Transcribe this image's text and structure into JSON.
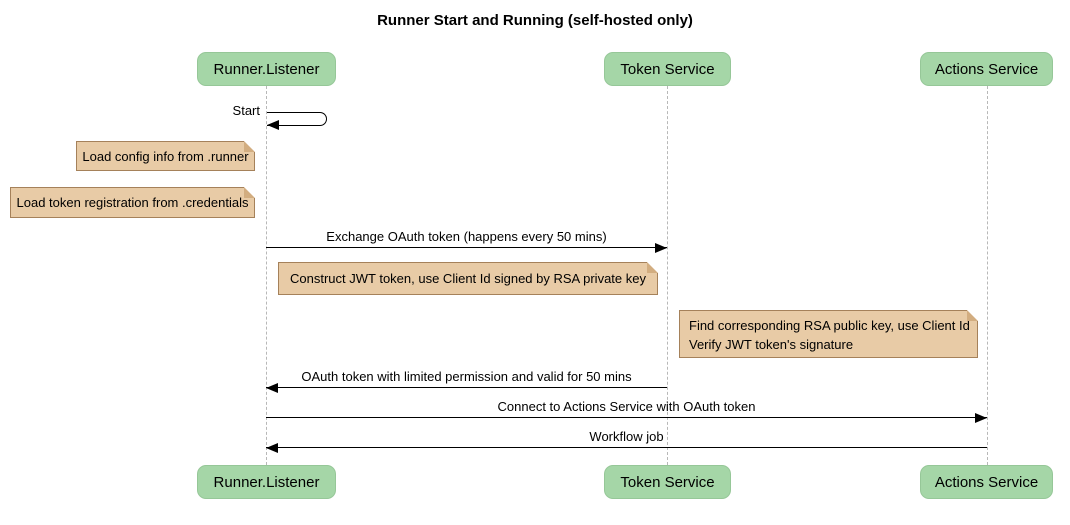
{
  "title": "Runner Start and Running (self-hosted only)",
  "participants": [
    {
      "id": "runner-listener",
      "label": "Runner.Listener"
    },
    {
      "id": "token-service",
      "label": "Token Service"
    },
    {
      "id": "actions-service",
      "label": "Actions Service"
    }
  ],
  "messages": [
    {
      "type": "self",
      "from": "runner-listener",
      "to": "runner-listener",
      "label": "Start"
    },
    {
      "type": "solid",
      "from": "runner-listener",
      "to": "token-service",
      "label": "Exchange OAuth token (happens every 50 mins)"
    },
    {
      "type": "solid",
      "from": "token-service",
      "to": "runner-listener",
      "label": "OAuth token with limited permission and valid for 50 mins"
    },
    {
      "type": "solid",
      "from": "runner-listener",
      "to": "actions-service",
      "label": "Connect to Actions Service with OAuth token"
    },
    {
      "type": "solid",
      "from": "actions-service",
      "to": "runner-listener",
      "label": "Workflow job"
    }
  ],
  "notes": [
    {
      "position": "left-of-runner-listener",
      "text": "Load config info from .runner"
    },
    {
      "position": "left-of-runner-listener",
      "text": "Load token registration from .credentials"
    },
    {
      "position": "runner-to-token",
      "text": "Construct JWT token, use Client Id signed by RSA private key"
    },
    {
      "position": "token-to-actions",
      "lines": [
        "Find corresponding RSA public key, use Client Id",
        "Verify JWT token's signature"
      ]
    }
  ],
  "colors": {
    "background": "#ffffff",
    "participant_fill": "#a5d6a7",
    "participant_border": "#96c798",
    "note_fill": "#e8cba6",
    "note_border": "#a5815a",
    "note_fold": "#d2ad80",
    "lifeline": "#b8b8b8",
    "arrow": "#000000",
    "text": "#000000"
  }
}
